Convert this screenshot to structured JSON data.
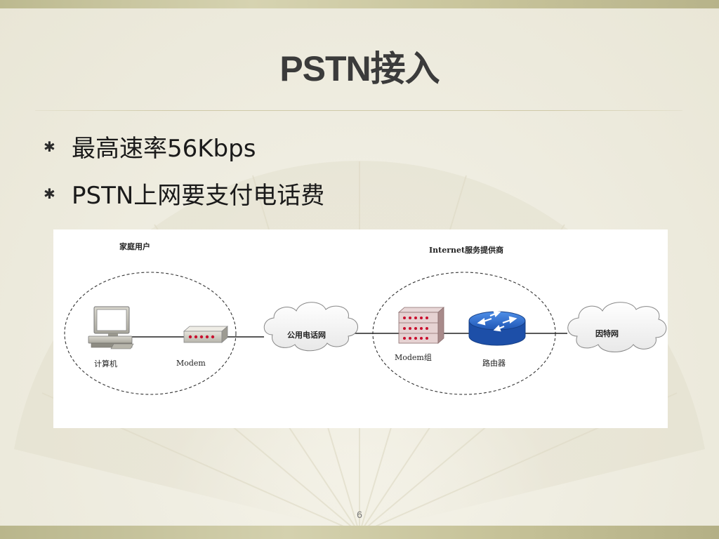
{
  "slide": {
    "title": "PSTN接入",
    "bullets": [
      {
        "marker": "✱",
        "text": "最高速率56Kbps"
      },
      {
        "marker": "✱",
        "text": "PSTN上网要支付电话费"
      }
    ],
    "page_number": "6"
  },
  "diagram": {
    "home_user_label": "家庭用户",
    "isp_label": "Internet服务提供商",
    "computer_label": "计算机",
    "modem_label": "Modem",
    "pstn_cloud_label": "公用电话网",
    "modem_group_label": "Modem组",
    "router_label": "路由器",
    "internet_cloud_label": "因特网"
  },
  "colors": {
    "background": "#f3f1e6",
    "band": "#c9c59c",
    "title_text": "#3b3b3b",
    "router_blue": "#2f6fd6",
    "modem_led_red": "#c8102e"
  }
}
